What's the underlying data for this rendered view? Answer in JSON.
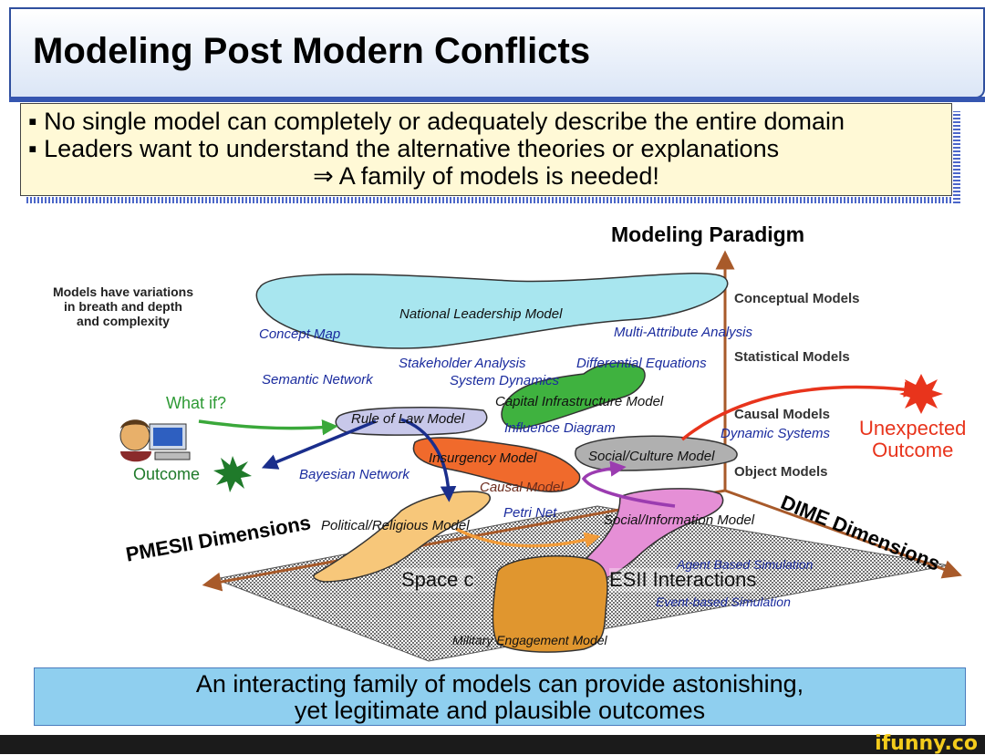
{
  "title": "Modeling Post Modern Conflicts",
  "bullets": [
    "▪ No single model can completely or adequately describe the entire domain",
    "▪ Leaders want to understand the alternative theories or explanations"
  ],
  "conclusion": "⇒ A family of models is needed!",
  "diagram": {
    "heading": "Modeling Paradigm",
    "variations_note": [
      "Models have variations",
      "in breath and depth",
      "and complexity"
    ],
    "what_if": "What if?",
    "outcome": "Outcome",
    "unexpected_outcome": [
      "Unexpected",
      "Outcome"
    ],
    "paradigm_levels": [
      "Conceptual Models",
      "Statistical Models",
      "Causal Models",
      "Object Models"
    ],
    "pmesii_axis": "PMESII Dimensions",
    "dime_axis": "DIME Dimensions",
    "plane_label": "Space of PMESII Interactions",
    "plane_label_parts": [
      "Space c",
      "ESII Interactions"
    ],
    "models": {
      "national_leadership": "National Leadership Model",
      "rule_of_law": "Rule of Law Model",
      "capital_infrastructure": "Capital Infrastructure Model",
      "insurgency": "Insurgency Model",
      "social_culture": "Social/Culture Model",
      "causal": "Causal Model",
      "political_religious": "Political/Religious Model",
      "social_information": "Social/Information Model",
      "military_engagement": "Military Engagement Model"
    },
    "techniques": {
      "concept_map": "Concept Map",
      "multi_attribute": "Multi-Attribute Analysis",
      "stakeholder": "Stakeholder Analysis",
      "differential": "Differential Equations",
      "semantic_network": "Semantic Network",
      "system_dynamics": "System Dynamics",
      "influence_diagram": "Influence Diagram",
      "dynamic_systems": "Dynamic Systems",
      "bayesian_network": "Bayesian Network",
      "petri_net": "Petri Net",
      "agent_based": "Agent Based Simulation",
      "event_based": "Event-based Simulation"
    },
    "colors": {
      "national_leadership": "#a8e6ef",
      "rule_of_law": "#c8c8ea",
      "capital_infrastructure": "#3fb23f",
      "insurgency": "#f06a2c",
      "social_culture": "#b0b0b0",
      "political_religious": "#f7c77a",
      "social_information": "#e58fd6",
      "military_engagement": "#e0962f",
      "axis": "#a85a2a",
      "unexpected": "#e8341c"
    }
  },
  "bottom_lines": [
    "An interacting family of models can provide astonishing,",
    "yet legitimate and plausible outcomes"
  ],
  "watermark": "ifunny.co"
}
